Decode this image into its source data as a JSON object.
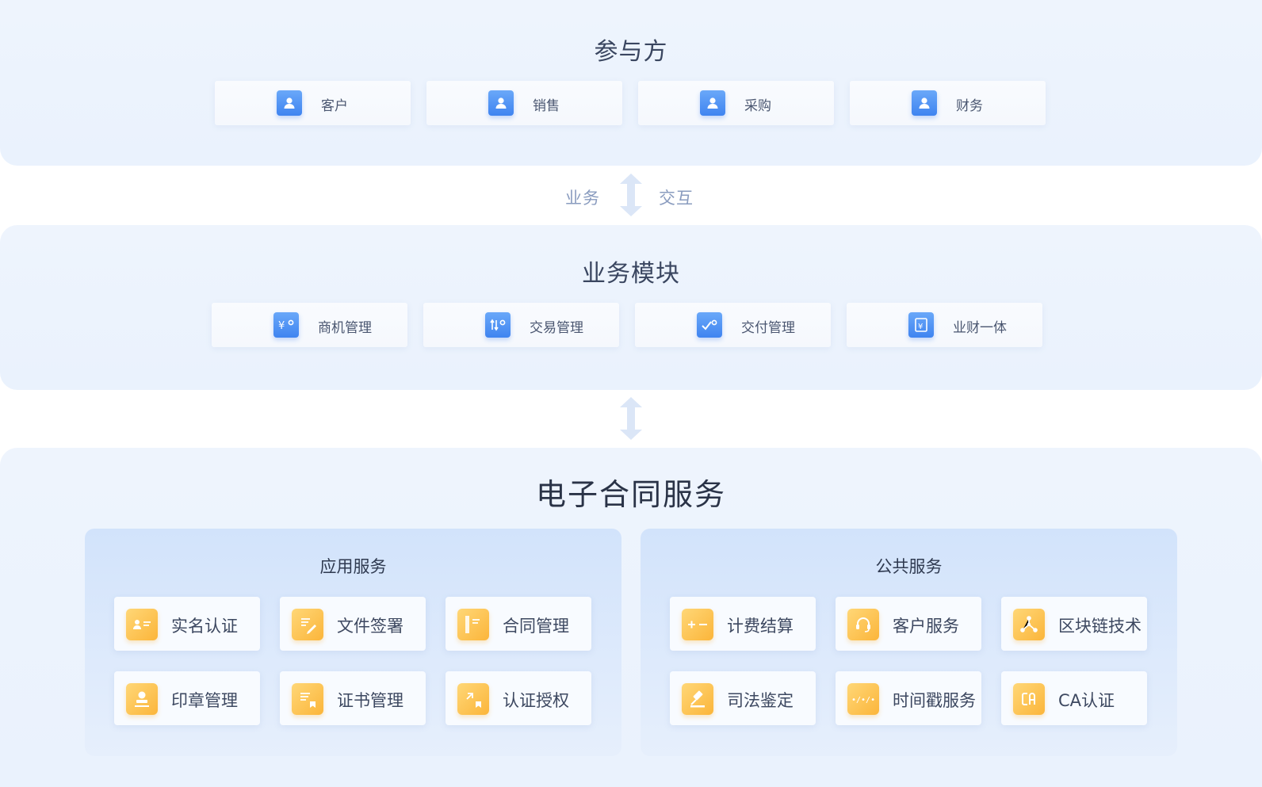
{
  "participants": {
    "title": "参与方",
    "items": [
      {
        "label": "客户",
        "icon": "person-icon"
      },
      {
        "label": "销售",
        "icon": "person-icon"
      },
      {
        "label": "采购",
        "icon": "person-icon"
      },
      {
        "label": "财务",
        "icon": "person-icon"
      }
    ]
  },
  "connector": {
    "left": "业务",
    "right": "交互"
  },
  "modules": {
    "title": "业务模块",
    "items": [
      {
        "label": "商机管理",
        "icon": "yen-icon"
      },
      {
        "label": "交易管理",
        "icon": "exchange-icon"
      },
      {
        "label": "交付管理",
        "icon": "check-icon"
      },
      {
        "label": "业财一体",
        "icon": "ledger-icon"
      }
    ]
  },
  "contract": {
    "title": "电子合同服务",
    "app": {
      "title": "应用服务",
      "items": [
        {
          "label": "实名认证",
          "icon": "id-card-icon"
        },
        {
          "label": "文件签署",
          "icon": "sign-document-icon"
        },
        {
          "label": "合同管理",
          "icon": "contract-book-icon"
        },
        {
          "label": "印章管理",
          "icon": "stamp-icon"
        },
        {
          "label": "证书管理",
          "icon": "certificate-icon"
        },
        {
          "label": "认证授权",
          "icon": "authorize-icon"
        }
      ]
    },
    "public": {
      "title": "公共服务",
      "items": [
        {
          "label": "计费结算",
          "icon": "plus-minus-icon"
        },
        {
          "label": "客户服务",
          "icon": "headset-icon"
        },
        {
          "label": "区块链技术",
          "icon": "blockchain-icon"
        },
        {
          "label": "司法鉴定",
          "icon": "gavel-icon"
        },
        {
          "label": "时间戳服务",
          "icon": "timestamp-icon"
        },
        {
          "label": "CA认证",
          "icon": "ca-icon"
        }
      ]
    }
  },
  "colors": {
    "panel": "#eef4fd",
    "accent_blue": "#3f84f0",
    "accent_orange": "#fbb53a",
    "arrow": "#dbe6f7"
  }
}
